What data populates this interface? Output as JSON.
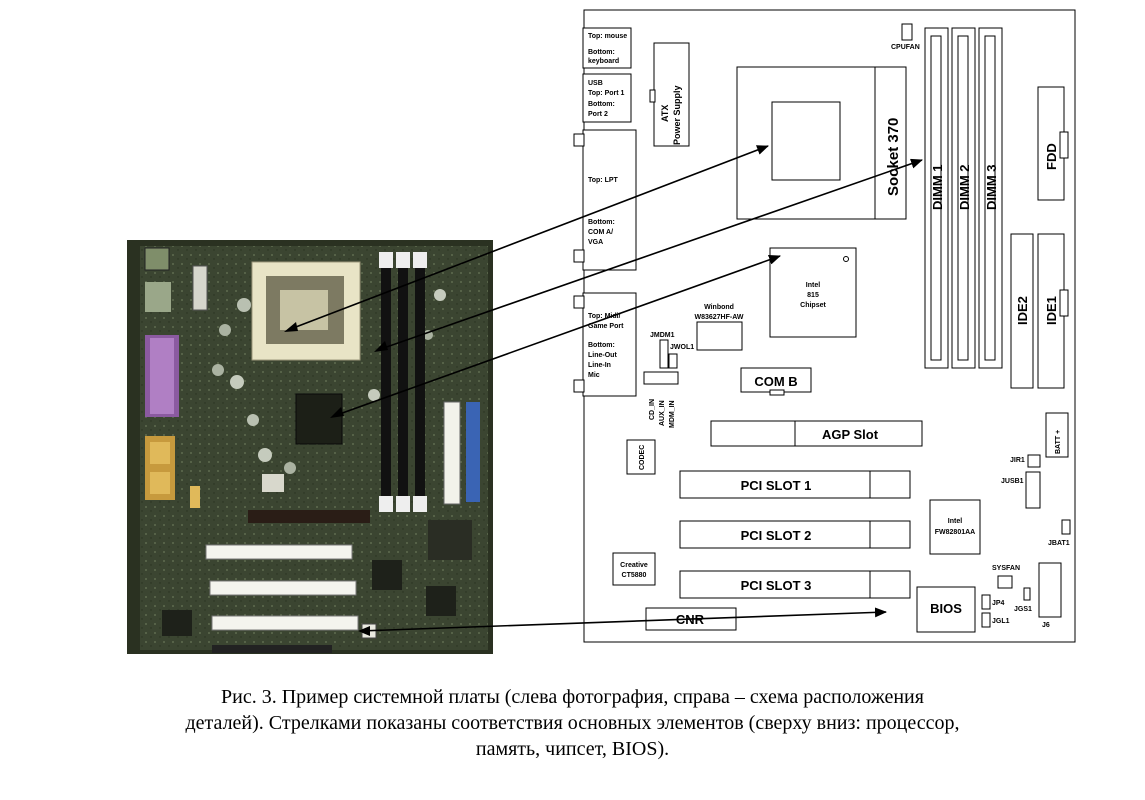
{
  "schematic": {
    "ports": {
      "mouse_kb": [
        "Top: mouse",
        "Bottom:",
        "keyboard"
      ],
      "usb": [
        "USB",
        "Top: Port 1",
        "Bottom:",
        "Port 2"
      ],
      "lpt": [
        "Top: LPT"
      ],
      "com_vga": [
        "Bottom:",
        "COM A/",
        "VGA"
      ],
      "midi": [
        "Top: Midi/",
        "Game Port"
      ],
      "audio": [
        "Bottom:",
        "Line-Out",
        "Line-In",
        "Mic"
      ]
    },
    "atx_power": [
      "ATX",
      "Power Supply"
    ],
    "cpufan": "CPUFAN",
    "socket": "Socket 370",
    "dimms": [
      "DIMM 1",
      "DIMM 2",
      "DIMM 3"
    ],
    "fdd": "FDD",
    "ide2": "IDE2",
    "ide1": "IDE1",
    "chipset": [
      "Intel",
      "815",
      "Chipset"
    ],
    "superio": [
      "Winbond",
      "W83627HF-AW"
    ],
    "jmdm1": "JMDM1",
    "jwol1": "JWOL1",
    "audio_headers": [
      "CD_IN",
      "AUX_IN",
      "MDM_IN"
    ],
    "com_b": "COM B",
    "agp": "AGP Slot",
    "codec": "CODEC",
    "pci": [
      "PCI SLOT 1",
      "PCI SLOT 2",
      "PCI SLOT 3"
    ],
    "jir1": "JIR1",
    "jusb1": "JUSB1",
    "batt": "BATT +",
    "ich": [
      "Intel",
      "FW82801AA"
    ],
    "jbat1": "JBAT1",
    "creative": [
      "Creative",
      "CT5880"
    ],
    "sysfan": "SYSFAN",
    "bios": "BIOS",
    "jp4": "JP4",
    "jgs1": "JGS1",
    "jgl1": "JGL1",
    "j6": "J6",
    "cnr": "CNR"
  },
  "caption": {
    "line1": "Рис. 3. Пример системной платы (слева фотография, справа – схема расположения",
    "line2": "деталей). Стрелками показаны соответствия основных элементов (сверху вниз: процессор,",
    "line3": "память, чипсет, BIOS)."
  },
  "colors": {
    "pcb": "#3d4733",
    "board_outline": "#000000",
    "slot": "#ffffff"
  }
}
